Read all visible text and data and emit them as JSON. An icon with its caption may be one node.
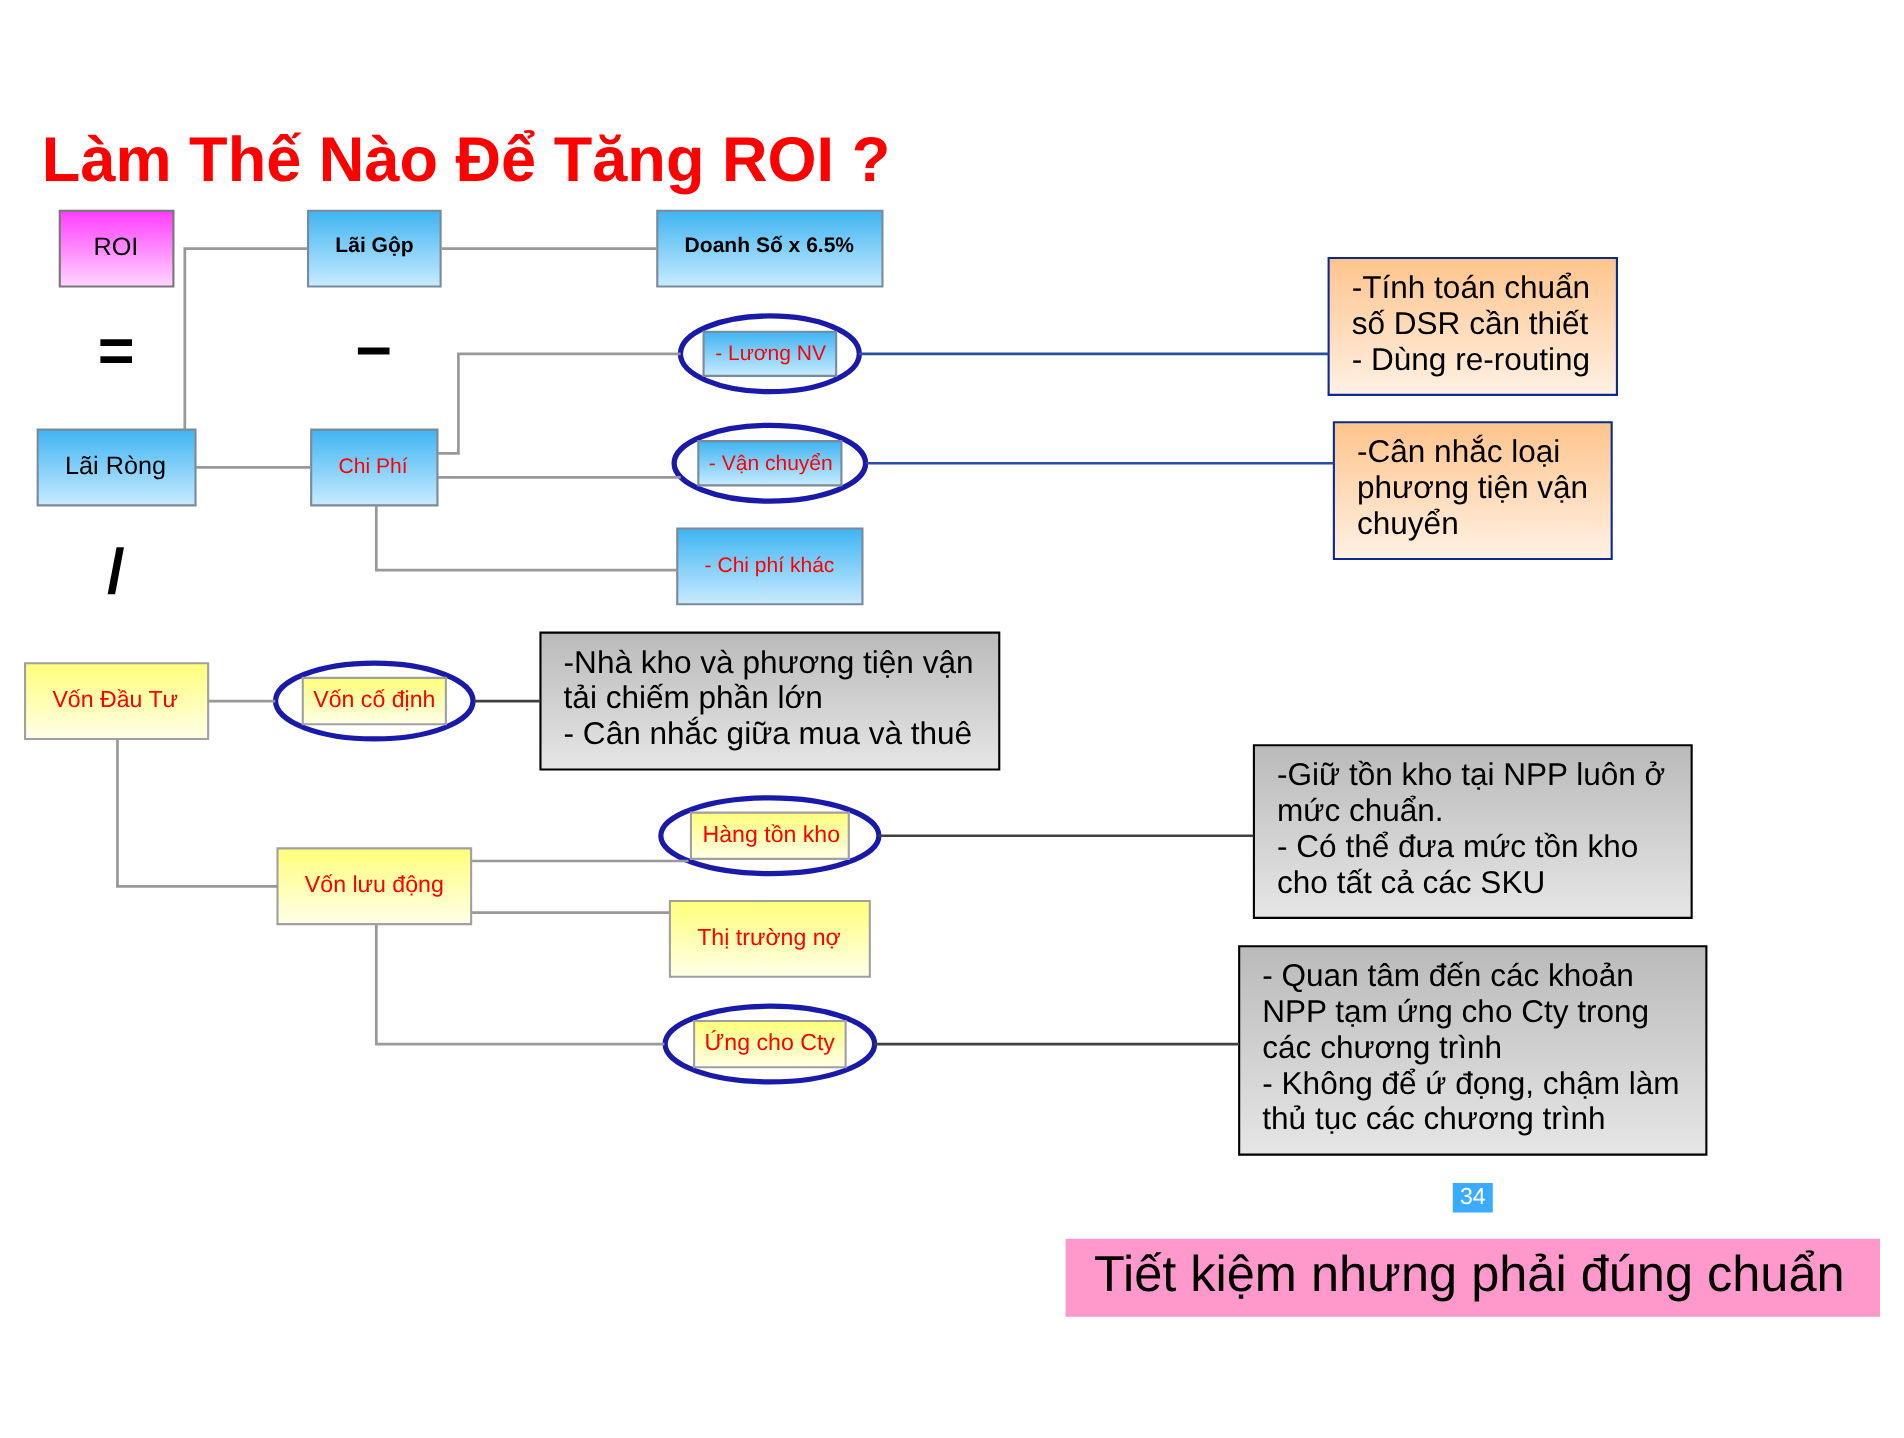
{
  "diagram": {
    "title": "Làm Thế Nào Để Tăng ROI ?",
    "nodes": [
      {
        "text": [
          "ROI"
        ]
      },
      {
        "text": [
          "Lãi Ròng"
        ]
      },
      {
        "text": [
          "Vốn Đầu Tư"
        ]
      },
      {
        "text": [
          "-Nhà kho và phương tiện vận tải chiếm phần lớn",
          "- Cân nhắc giữa mua và thuê"
        ]
      },
      {
        "text": [
          "Lãi Gộp"
        ]
      },
      {
        "text": [
          "Chi Phí"
        ]
      },
      {
        "text": [
          "Vốn cố định"
        ]
      },
      {
        "text": [
          "Doanh Số x 6.5%"
        ]
      },
      {
        "text": [
          "Vốn lưu động"
        ]
      },
      {
        "text": [
          "- Lương NV"
        ]
      },
      {
        "text": [
          "Hàng tồn kho"
        ]
      },
      {
        "text": [
          "-Giữ tồn kho tại NPP luôn ở mức chuẩn.",
          "- Có thể đưa mức tồn kho cho tất cả các SKU"
        ]
      },
      {
        "text": [
          "- Vận chuyển"
        ]
      },
      {
        "text": [
          "Thị trường nợ"
        ]
      },
      {
        "text": [
          "- Chi phí khác"
        ]
      },
      {
        "text": [
          "Ứng cho Cty"
        ]
      },
      {
        "text": [
          "-Tính toán chuẩn số DSR cần thiết",
          "- Dùng re-routing"
        ]
      },
      {
        "text": [
          "- Quan tâm đến các khoản NPP tạm ứng cho Cty trong các chương trình",
          "- Không để ứ đọng, chậm làm thủ tục các chương trình"
        ]
      },
      {
        "text": [
          "-Cân nhắc loại phương tiện vận chuyển"
        ]
      },
      {
        "text": [
          "Tiết kiệm nhưng phải đúng chuẩn"
        ]
      }
    ],
    "edges": [
      {
        "from": 1,
        "to": 4,
        "arrow": "none"
      },
      {
        "from": 1,
        "to": 5,
        "arrow": "none"
      },
      {
        "from": 4,
        "to": 7,
        "arrow": "none"
      },
      {
        "from": 5,
        "to": 9,
        "arrow": "none"
      },
      {
        "from": 5,
        "to": 12,
        "arrow": "none"
      },
      {
        "from": 5,
        "to": 14,
        "arrow": "none"
      },
      {
        "from": 2,
        "to": 6,
        "arrow": "none"
      },
      {
        "from": 2,
        "to": 8,
        "arrow": "none"
      },
      {
        "from": 8,
        "to": 10,
        "arrow": "none"
      },
      {
        "from": 8,
        "to": 13,
        "arrow": "none"
      },
      {
        "from": 8,
        "to": 15,
        "arrow": "none"
      },
      {
        "from": 6,
        "to": 3,
        "arrow": "none",
        "color": "#404040"
      },
      {
        "from": 10,
        "to": 11,
        "arrow": "none",
        "color": "#404040"
      },
      {
        "from": 15,
        "to": 17,
        "arrow": "none",
        "color": "#404040"
      },
      {
        "from": 9,
        "to": 16,
        "arrow": "none",
        "color": "#2a4fa0"
      },
      {
        "from": 12,
        "to": 18,
        "arrow": "none",
        "color": "#2a4fa0"
      }
    ],
    "labels": [
      "=",
      "/",
      "−",
      "34"
    ]
  }
}
